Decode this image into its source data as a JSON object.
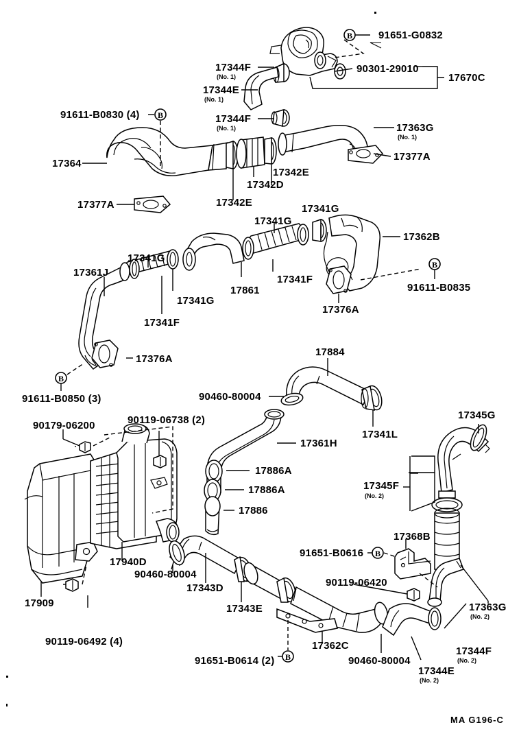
{
  "diagram": {
    "title": "Intercooler / Turbo Air Piping Parts Diagram",
    "drawing_number": "MA  G196-C",
    "bolt_marker_char": "B"
  },
  "labels": {
    "l01": {
      "text": "91651-G0832"
    },
    "l02": {
      "text": "90301-29010"
    },
    "l03": {
      "text": "17670C"
    },
    "l04": {
      "text": "17344F",
      "sub": "(No. 1)"
    },
    "l05": {
      "text": "17344E",
      "sub": "(No. 1)"
    },
    "l06": {
      "text": "17344F",
      "sub": "(No. 1)"
    },
    "l07": {
      "text": "91611-B0830 (4)"
    },
    "l08": {
      "text": "17364"
    },
    "l09": {
      "text": "17377A"
    },
    "l10": {
      "text": "17342E"
    },
    "l11": {
      "text": "17342D"
    },
    "l12": {
      "text": "17342E"
    },
    "l13": {
      "text": "17363G",
      "sub": "(No. 1)"
    },
    "l14": {
      "text": "17377A"
    },
    "l15": {
      "text": "17341G"
    },
    "l16": {
      "text": "17341G"
    },
    "l17": {
      "text": "17341G"
    },
    "l18": {
      "text": "17341G"
    },
    "l19": {
      "text": "17362B"
    },
    "l20": {
      "text": "17361J"
    },
    "l21": {
      "text": "17341F"
    },
    "l22": {
      "text": "17341F"
    },
    "l23": {
      "text": "17861"
    },
    "l24": {
      "text": "17376A"
    },
    "l25": {
      "text": "91611-B0835"
    },
    "l26": {
      "text": "17376A"
    },
    "l27": {
      "text": "91611-B0850 (3)"
    },
    "l28": {
      "text": "90179-06200"
    },
    "l29": {
      "text": "90119-06738 (2)"
    },
    "l30": {
      "text": "17884"
    },
    "l31": {
      "text": "90460-80004"
    },
    "l32": {
      "text": "17341L"
    },
    "l33": {
      "text": "17361H"
    },
    "l34": {
      "text": "17886A"
    },
    "l35": {
      "text": "17886A"
    },
    "l36": {
      "text": "17886"
    },
    "l37": {
      "text": "17345G"
    },
    "l38": {
      "text": "17345F",
      "sub": "(No. 2)"
    },
    "l39": {
      "text": "17368B"
    },
    "l40": {
      "text": "91651-B0616"
    },
    "l41": {
      "text": "90119-06420"
    },
    "l42": {
      "text": "17940D"
    },
    "l43": {
      "text": "90460-80004"
    },
    "l44": {
      "text": "17343D"
    },
    "l45": {
      "text": "17343E"
    },
    "l46": {
      "text": "17909"
    },
    "l47": {
      "text": "90119-06492 (4)"
    },
    "l48": {
      "text": "91651-B0614 (2)"
    },
    "l49": {
      "text": "17362C"
    },
    "l50": {
      "text": "90460-80004"
    },
    "l51": {
      "text": "17344E",
      "sub": "(No. 2)"
    },
    "l52": {
      "text": "17344F",
      "sub": "(No. 2)"
    },
    "l53": {
      "text": "17363G",
      "sub": "(No. 2)"
    }
  },
  "colors": {
    "ink": "#000000",
    "paper": "#ffffff"
  }
}
